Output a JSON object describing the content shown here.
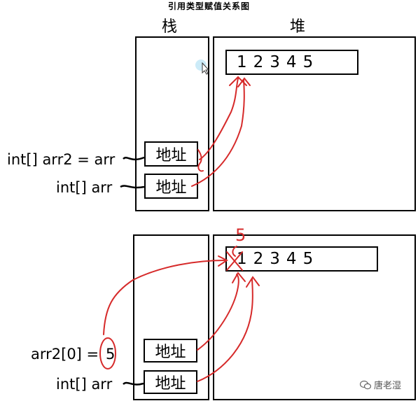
{
  "title": "引用类型赋值关系图",
  "top": {
    "stack_label": "栈",
    "heap_label": "堆",
    "array_values": [
      "1",
      "2",
      "3",
      "4",
      "5"
    ],
    "cell1": "地址",
    "cell2": "地址",
    "var1": "int[] arr2 = arr",
    "var2": "int[] arr"
  },
  "bottom": {
    "new_value": "5",
    "array_values": [
      "1",
      "2",
      "3",
      "4",
      "5"
    ],
    "cell1": "地址",
    "cell2": "地址",
    "var1_prefix": "arr2[0]  =",
    "var1_value": "5",
    "var2": "int[] arr"
  },
  "watermark": "唐老湿",
  "colors": {
    "annotation": "#d62a2a",
    "stroke": "#000000"
  }
}
